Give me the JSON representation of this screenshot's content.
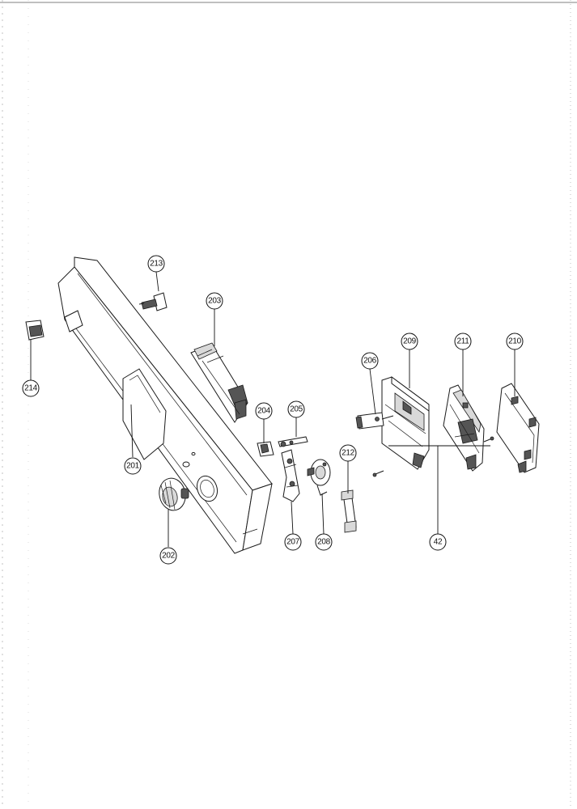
{
  "callouts": {
    "c201": "201",
    "c202": "202",
    "c203": "203",
    "c204": "204",
    "c205": "205",
    "c206": "206",
    "c207": "207",
    "c208": "208",
    "c209": "209",
    "c210": "210",
    "c211": "211",
    "c212": "212",
    "c213": "213",
    "c214": "214",
    "c42": "42"
  }
}
